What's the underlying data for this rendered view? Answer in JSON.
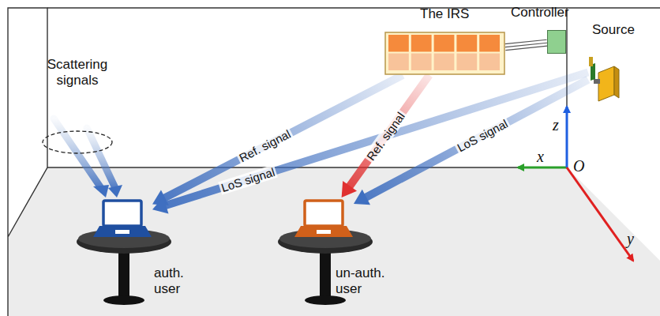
{
  "diagram": {
    "nodes": [
      {
        "text": [
          "The IRS"
        ]
      },
      {
        "text": [
          "Controller"
        ]
      },
      {
        "text": [
          "Source"
        ]
      },
      {
        "text": [
          "auth. user"
        ]
      },
      {
        "text": [
          "un-auth. user"
        ]
      }
    ],
    "edges": [
      {
        "from": 0,
        "to": 3,
        "label": "Ref. signal",
        "arrow": "to"
      },
      {
        "from": 2,
        "to": 3,
        "label": "LoS signal",
        "arrow": "to"
      },
      {
        "from": 0,
        "to": 4,
        "label": "Ref. signal",
        "arrow": "to"
      },
      {
        "from": 2,
        "to": 4,
        "label": "LoS signal",
        "arrow": "to"
      },
      {
        "from": 0,
        "to": 1,
        "arrow": "none"
      }
    ],
    "labels": [
      "Scattering signals",
      "z",
      "x",
      "O",
      "y"
    ]
  }
}
